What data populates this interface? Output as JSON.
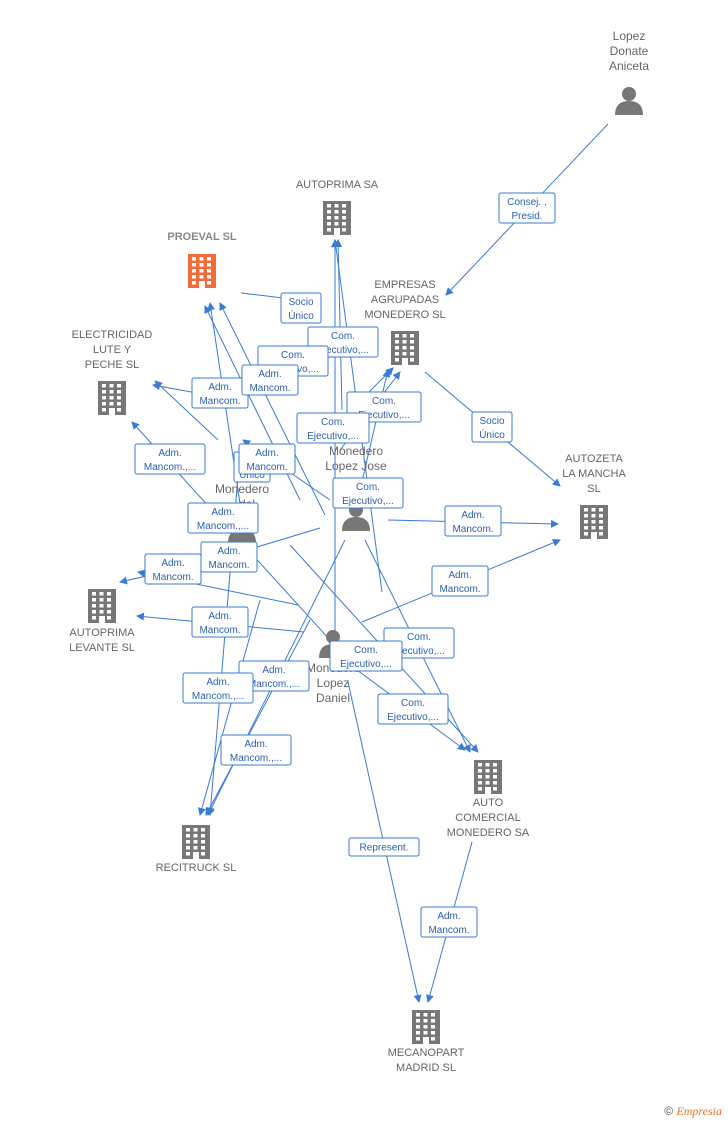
{
  "colors": {
    "edge": "#3a7bd5",
    "building": "#777777",
    "highlight": "#f26b3a",
    "person": "#777777"
  },
  "companies": [
    {
      "id": "proeval",
      "lines": [
        "PROEVAL  SL"
      ],
      "highlight": true,
      "icon": "building-icon"
    },
    {
      "id": "autoprima",
      "lines": [
        "AUTOPRIMA SA"
      ],
      "icon": "building-icon"
    },
    {
      "id": "empresas",
      "lines": [
        "EMPRESAS",
        "AGRUPADAS",
        "MONEDERO SL"
      ],
      "icon": "building-icon"
    },
    {
      "id": "electricidad",
      "lines": [
        "ELECTRICIDAD",
        "LUTE Y",
        "PECHE SL"
      ],
      "icon": "building-icon"
    },
    {
      "id": "autozeta",
      "lines": [
        "AUTOZETA",
        "LA MANCHA",
        "SL"
      ],
      "icon": "building-icon"
    },
    {
      "id": "levante",
      "lines": [
        "AUTOPRIMA",
        "LEVANTE  SL"
      ],
      "icon": "building-icon"
    },
    {
      "id": "auto_comercial",
      "lines": [
        "AUTO",
        "COMERCIAL",
        "MONEDERO SA"
      ],
      "icon": "building-icon"
    },
    {
      "id": "recitruck",
      "lines": [
        "RECITRUCK SL"
      ],
      "icon": "building-icon"
    },
    {
      "id": "mecanopart",
      "lines": [
        "MECANOPART",
        "MADRID  SL"
      ],
      "icon": "building-icon"
    }
  ],
  "persons": [
    {
      "id": "lopez",
      "lines": [
        "Lopez",
        "Donate",
        "Aniceta"
      ],
      "icon": "person-icon"
    },
    {
      "id": "jose",
      "lines": [
        "Monedero",
        "Lopez Jose"
      ],
      "icon": "person-icon"
    },
    {
      "id": "del",
      "lines": [
        "Monedero",
        "...del"
      ],
      "icon": "person-icon"
    },
    {
      "id": "daniel",
      "lines": [
        "Monedero",
        "Lopez",
        "Daniel"
      ],
      "icon": "person-icon"
    }
  ],
  "edge_labels": [
    [
      "Consej. ,",
      "Presid."
    ],
    [
      "Socio",
      "Único"
    ],
    [
      "Com.",
      "Ejecutivo,..."
    ],
    [
      "Com.",
      "Ejecutivo,..."
    ],
    [
      "Socio",
      "Único"
    ],
    [
      "Adm.",
      "Mancom."
    ],
    [
      "Adm.",
      "Mancom."
    ],
    [
      "Com.",
      "Ejecutivo,..."
    ],
    [
      "Com.",
      "Ejecutivo,..."
    ],
    [
      "Socio",
      "Único"
    ],
    [
      "Adm.",
      "Mancom.,..."
    ],
    [
      "Adm.",
      "Mancom."
    ],
    [
      "Adm.",
      "Mancom."
    ],
    [
      "Com.",
      "Ejecutivo,..."
    ],
    [
      "Adm.",
      "Mancom.,..."
    ],
    [
      "Adm.",
      "Mancom."
    ],
    [
      "Adm.",
      "Mancom."
    ],
    [
      "Adm.",
      "Mancom."
    ],
    [
      "Adm.",
      "Mancom."
    ],
    [
      "Com.",
      "Ejecutivo,..."
    ],
    [
      "Adm.",
      "Mancom.,..."
    ],
    [
      "Com.",
      "Ejecutivo,..."
    ],
    [
      "Adm.",
      "Mancom.,..."
    ],
    [
      "Com.",
      "Ejecutivo,..."
    ],
    [
      "Adm.",
      "Mancom.,..."
    ],
    [
      "Represent."
    ],
    [
      "Adm.",
      "Mancom."
    ]
  ],
  "footer": {
    "copyright": "©",
    "brand": "Empresia"
  }
}
